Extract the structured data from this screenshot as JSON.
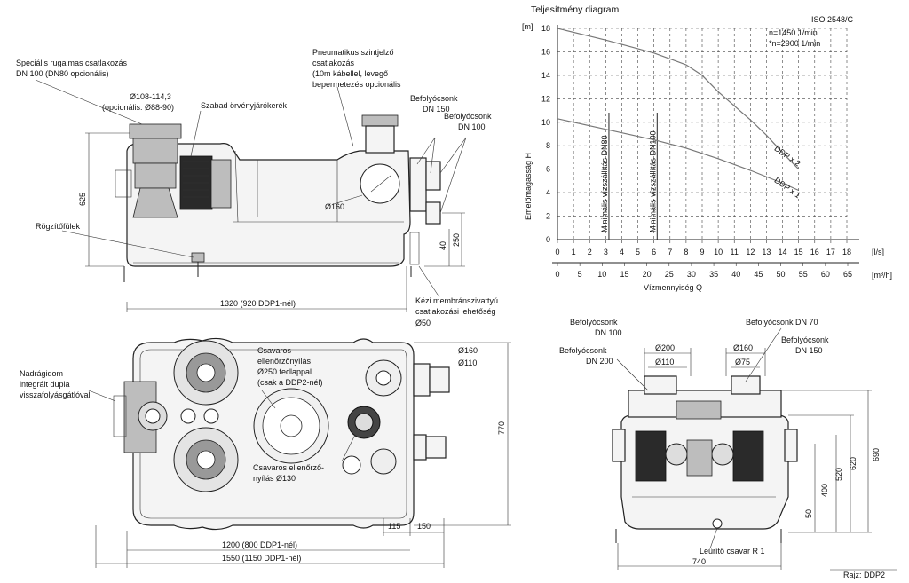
{
  "side_view": {
    "label_flex_connector": "Speciális rugalmas csatlakozás",
    "label_flex_connector_2": "DN 100 (DN80  opcionális)",
    "label_diam_range": "Ø108-114,3",
    "label_diam_option": "(opcionális: Ø88-90)",
    "label_vortex": "Szabad örvényjárókerék",
    "label_pneumatic_1": "Pneumatikus szintjelző",
    "label_pneumatic_2": "csatlakozás",
    "label_pneumatic_3": "(10m kábellel, levegő",
    "label_pneumatic_4": "bepermetezés opcionális",
    "label_inlet150_1": "Befolyócsonk",
    "label_inlet150_2": "DN 150",
    "label_inlet100_1": "Befolyócsonk",
    "label_inlet100_2": "DN 100",
    "label_d160": "Ø160",
    "label_lugs": "Rögzítőfülek",
    "dim_625": "625",
    "dim_40": "40",
    "dim_250": "250",
    "dim_1320": "1320 (920 DDP1-nél)",
    "label_pump_1": "Kézi membránszivattyú",
    "label_pump_2": "csatlakozási lehetőség",
    "label_pump_3": "Ø50"
  },
  "top_view": {
    "label_check_valve_1": "Nadrágidom",
    "label_check_valve_2": "integrált dupla",
    "label_check_valve_3": "visszafolyásgátlóval",
    "label_inspect_1": "Csavaros",
    "label_inspect_2": "ellenőrzőnyílás",
    "label_inspect_3": "Ø250 fedlappal",
    "label_inspect_4": "(csak a DDP2-nél)",
    "label_inspect130_1": "Csavaros ellenőrző-",
    "label_inspect130_2": "nyílás Ø130",
    "label_d160": "Ø160",
    "label_d110": "Ø110",
    "dim_770": "770",
    "dim_115": "115",
    "dim_150": "150",
    "dim_1200": "1200 (800 DDP1-nél)",
    "dim_1550": "1550 (1150 DDP1-nél)"
  },
  "front_view": {
    "label_in100_1": "Befolyócsonk",
    "label_in100_2": "DN 100",
    "label_in200_1": "Befolyócsonk",
    "label_in200_2": "DN 200",
    "label_in70": "Befolyócsonk DN 70",
    "label_in150_1": "Befolyócsonk",
    "label_in150_2": "DN 150",
    "label_d200": "Ø200",
    "label_d110": "Ø110",
    "label_d160": "Ø160",
    "label_d75": "Ø75",
    "dim_400": "400",
    "dim_520": "520",
    "dim_620": "620",
    "dim_690": "690",
    "dim_50": "50",
    "dim_740": "740",
    "label_drain": "Leürítő csavar R 1",
    "label_drawing": "Rajz: DDP2"
  },
  "chart_data": {
    "type": "line",
    "title": "Teljesítmény diagram",
    "standard": "ISO 2548/C",
    "speed_1": "n=1450 1/min",
    "speed_2": "*n=2900 1/min",
    "y_unit": "[m]",
    "ylabel": "Emelőmagasság H",
    "x_unit_ls": "[l/s]",
    "x_unit_m3h": "[m³/h]",
    "xlabel": "Vízmennyiség Q",
    "ylim": [
      0,
      18
    ],
    "xlim_ls": [
      0,
      18
    ],
    "y_ticks": [
      "18",
      "16",
      "14",
      "12",
      "10",
      "8",
      "6",
      "4",
      "2",
      "0"
    ],
    "x_ticks_ls": [
      "0",
      "1",
      "2",
      "3",
      "4",
      "5",
      "6",
      "7",
      "8",
      "9",
      "10",
      "11",
      "12",
      "13",
      "14",
      "15",
      "16",
      "17",
      "18"
    ],
    "x_ticks_m3h": [
      "0",
      "5",
      "10",
      "15",
      "20",
      "25",
      "30",
      "35",
      "40",
      "45",
      "50",
      "55",
      "60",
      "65"
    ],
    "min_speed_lines": [
      {
        "label": "Minimális vízszállítás DN80",
        "x": 3.2
      },
      {
        "label": "Minimális vízszállítás DN100",
        "x": 6.2
      }
    ],
    "series": [
      {
        "name": "DDP x 2",
        "x": [
          0,
          3,
          6,
          8,
          9,
          10,
          11,
          12,
          13,
          14,
          15
        ],
        "y": [
          18,
          17,
          15.9,
          14.9,
          14,
          12.6,
          11.4,
          10.2,
          8.9,
          7.4,
          6.0
        ]
      },
      {
        "name": "DDP x 1",
        "x": [
          0,
          3,
          6,
          8,
          10,
          12,
          14,
          15
        ],
        "y": [
          10.3,
          9.4,
          8.5,
          7.8,
          6.9,
          5.9,
          4.8,
          4.2
        ]
      }
    ],
    "colors": {
      "curve": "#777777",
      "grid": "#444444"
    }
  }
}
